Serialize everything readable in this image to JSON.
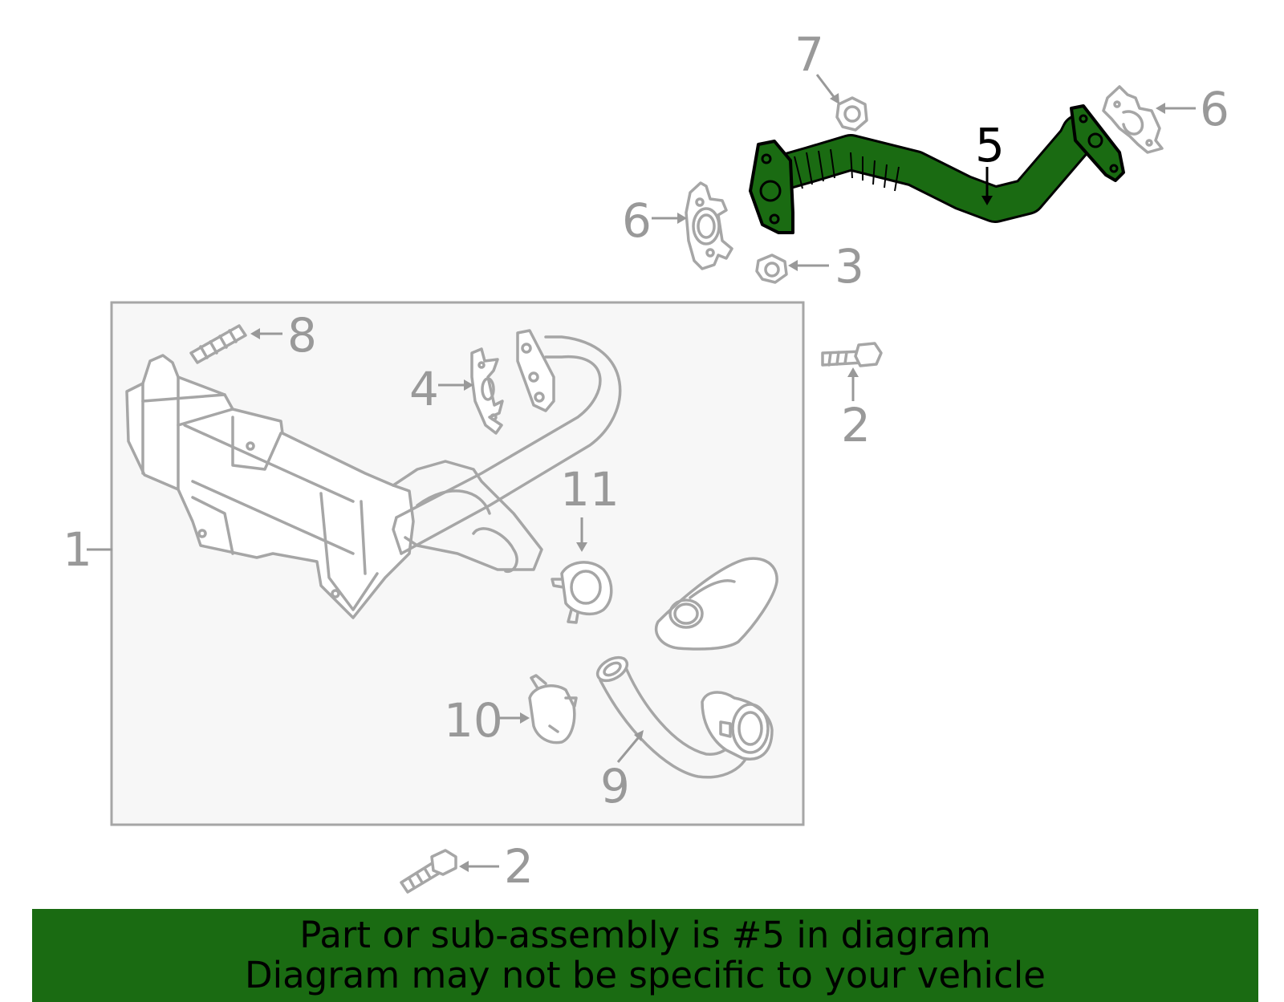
{
  "diagram": {
    "callouts": {
      "c1": "1",
      "c2a": "2",
      "c2b": "2",
      "c3": "3",
      "c4": "4",
      "c5": "5",
      "c6a": "6",
      "c6b": "6",
      "c7": "7",
      "c8": "8",
      "c9": "9",
      "c10": "10",
      "c11": "11"
    },
    "highlighted_part": "5",
    "highlight_color": "#1a6b12",
    "box_fill": "#f7f7f7",
    "line_color": "#a6a6a6"
  },
  "banner": {
    "line1": "Part or sub-assembly is #5 in diagram",
    "line2": "Diagram may not be specific to your vehicle",
    "background": "#1a6b12"
  }
}
